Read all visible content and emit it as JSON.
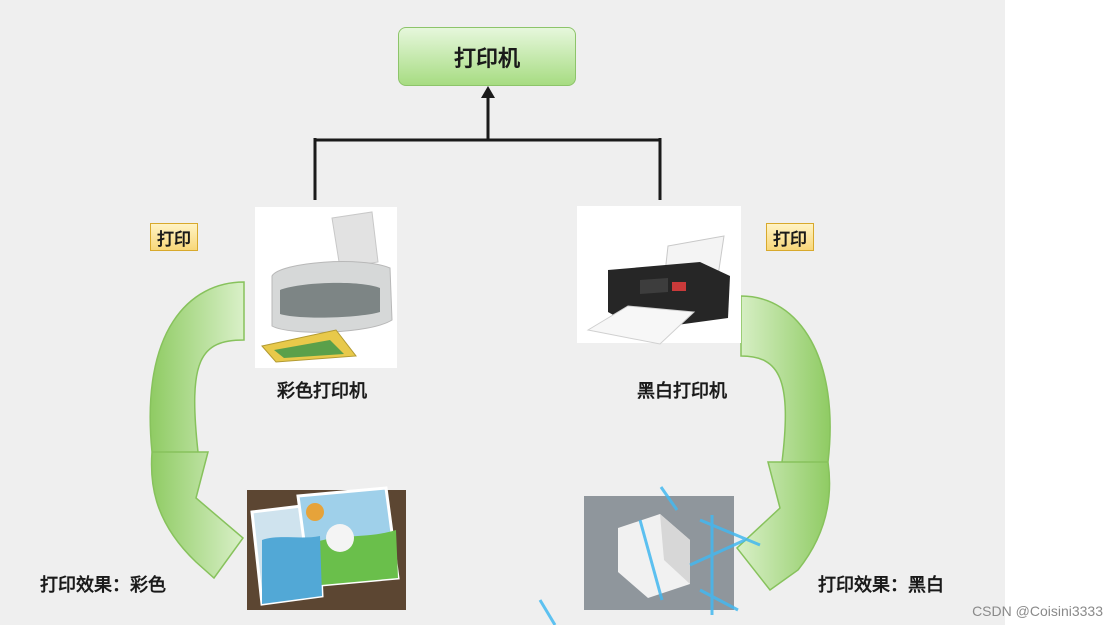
{
  "diagram": {
    "root": {
      "label": "打印机"
    },
    "left": {
      "tag": "打印",
      "printer_label": "彩色打印机",
      "effect_label": "打印效果：彩色"
    },
    "right": {
      "tag": "打印",
      "printer_label": "黑白打印机",
      "effect_label": "打印效果：黑白"
    }
  },
  "watermark": {
    "csdn": "CSDN @Coisini3333"
  },
  "colors": {
    "root_fill_top": "#e6f7dc",
    "root_fill_bottom": "#a7dc82",
    "arrow_green": "#a6d97f",
    "tag_fill": "#f8d77a",
    "watermark_blue": "#43b8f0"
  }
}
